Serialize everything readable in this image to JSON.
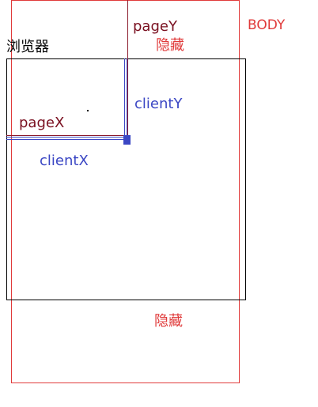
{
  "labels": {
    "body": "BODY",
    "page_y": "pageY",
    "hidden_top": "隐藏",
    "browser": "浏览器",
    "client_y": "clientY",
    "page_x": "pageX",
    "client_x": "clientX",
    "hidden_bottom": "隐藏"
  },
  "colors": {
    "body_border": "#e03a3a",
    "browser_border": "#000000",
    "page_coord": "#7a1020",
    "client_coord": "#3b47c4",
    "hidden_text": "#e03a3a"
  }
}
